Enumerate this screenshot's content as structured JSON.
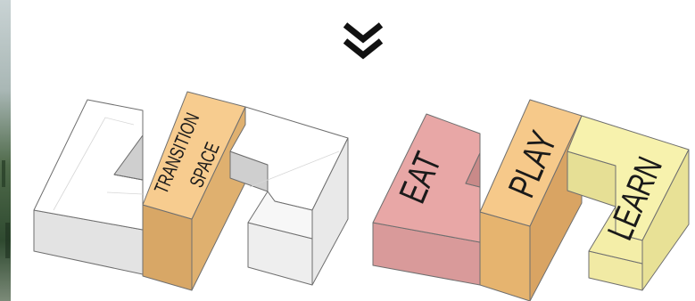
{
  "icons": {
    "transition": "double-chevron-down-icon"
  },
  "left_diagram": {
    "labels": {
      "line1": "TRANSITION",
      "line2": "SPACE"
    },
    "colors": {
      "white_block": "#ffffff",
      "transition_space": "#f5c98a"
    }
  },
  "right_diagram": {
    "labels": {
      "eat": "EAT",
      "play": "PLAY",
      "learn": "LEARN"
    },
    "colors": {
      "eat": "#e6a9a8",
      "play": "#f5c98a",
      "learn": "#f6f1a8"
    }
  }
}
